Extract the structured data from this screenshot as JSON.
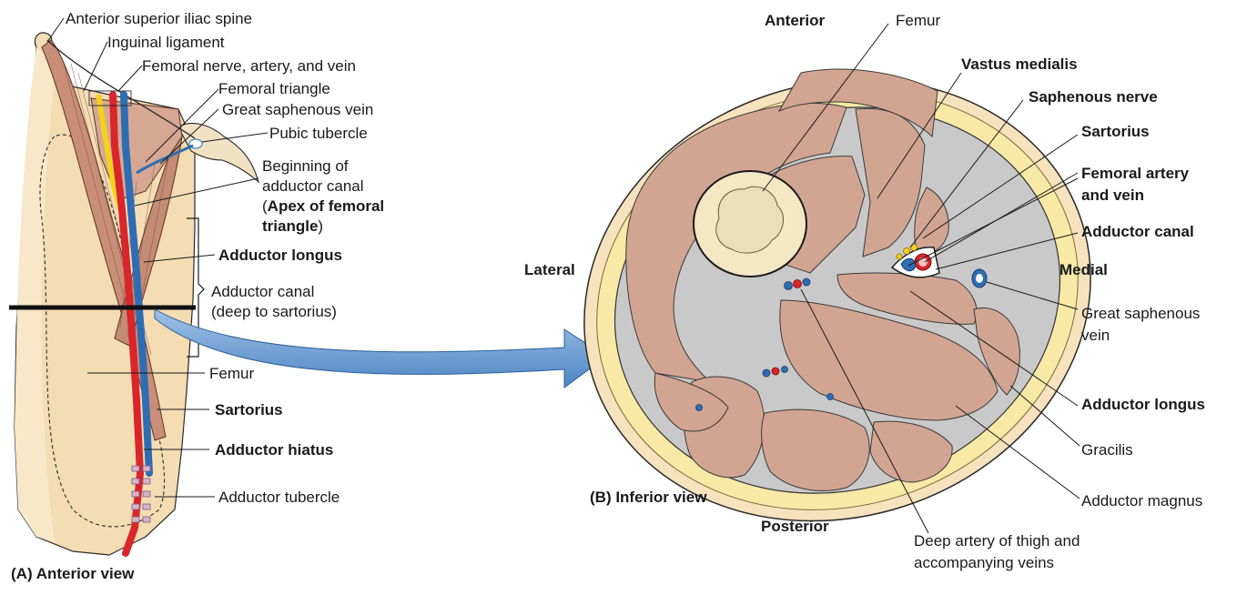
{
  "panel_a": {
    "caption": "(A) Anterior view",
    "labels": {
      "asis": "Anterior superior iliac spine",
      "inguinal": "Inguinal ligament",
      "fnav": "Femoral nerve, artery, and vein",
      "triangle": "Femoral triangle",
      "gsv": "Great saphenous vein",
      "pubic": "Pubic tubercle",
      "beginning_1": "Beginning of",
      "beginning_2": "adductor canal",
      "apex_open": "(",
      "apex_1": "Apex of femoral",
      "apex_2": "triangle",
      "apex_close": ")",
      "longus": "Adductor longus",
      "canal_1": "Adductor canal",
      "canal_2": "(deep to sartorius)",
      "femur": "Femur",
      "sartorius": "Sartorius",
      "hiatus": "Adductor hiatus",
      "tubercle": "Adductor tubercle"
    }
  },
  "panel_b": {
    "caption": "(B) Inferior view",
    "orientation": {
      "anterior": "Anterior",
      "posterior": "Posterior",
      "lateral": "Lateral",
      "medial": "Medial"
    },
    "labels": {
      "femur": "Femur",
      "vastus": "Vastus medialis",
      "saphenous_nerve": "Saphenous nerve",
      "sartorius": "Sartorius",
      "fav_1": "Femoral artery",
      "fav_2": "and vein",
      "canal": "Adductor canal",
      "gsv_1": "Great saphenous",
      "gsv_2": "vein",
      "longus": "Adductor longus",
      "gracilis": "Gracilis",
      "magnus": "Adductor magnus",
      "deep_1": "Deep artery of thigh and",
      "deep_2": "accompanying veins"
    }
  },
  "colors": {
    "muscle": "#d2a592",
    "skin": "#f6e2bd",
    "fat": "#f8e9a6",
    "fascia": "#c9c9c9",
    "artery": "#d9262b",
    "vein": "#2e6db4",
    "nerve": "#f2d21c",
    "arrow": "#6f9fd1"
  }
}
